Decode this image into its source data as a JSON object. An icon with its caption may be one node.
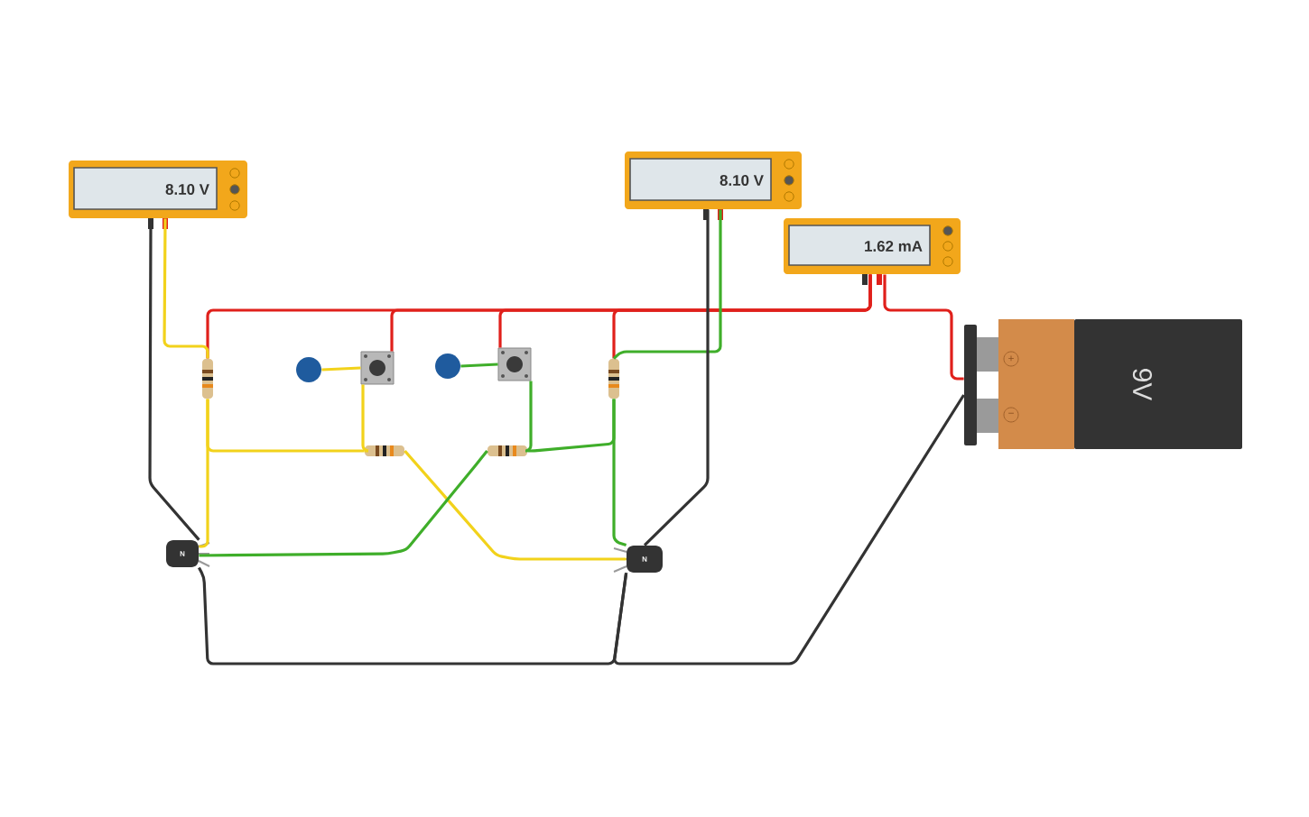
{
  "diagram": {
    "nodes": [
      {
        "text": [
          "8.10 V"
        ]
      },
      {
        "text": [
          "8.10 V"
        ]
      },
      {
        "text": [
          "1.62 mA"
        ]
      },
      {
        "text": [
          "9V"
        ]
      },
      {
        "text": [],
        "shape": "resistor"
      },
      {
        "text": [],
        "shape": "circle"
      },
      {
        "text": [],
        "shape": "box"
      },
      {
        "text": [],
        "shape": "circle"
      },
      {
        "text": [],
        "shape": "box"
      },
      {
        "text": [],
        "shape": "resistor"
      },
      {
        "text": [],
        "shape": "resistor"
      },
      {
        "text": [],
        "shape": "resistor"
      },
      {
        "text": [
          "N"
        ]
      },
      {
        "text": [
          "N"
        ]
      }
    ],
    "edges": [
      {
        "from": 3,
        "to": 2,
        "arrow": "none",
        "color": "#e0201b"
      },
      {
        "from": 2,
        "to": 4,
        "arrow": "none",
        "color": "#e0201b"
      },
      {
        "from": 2,
        "to": 6,
        "arrow": "none",
        "color": "#e0201b"
      },
      {
        "from": 2,
        "to": 8,
        "arrow": "none",
        "color": "#e0201b"
      },
      {
        "from": 2,
        "to": 9,
        "arrow": "none",
        "color": "#e0201b"
      },
      {
        "from": 0,
        "to": 4,
        "arrow": "none",
        "color": "#f2d21b"
      },
      {
        "from": 0,
        "to": 12,
        "arrow": "none",
        "color": "#333333"
      },
      {
        "from": 4,
        "to": 12,
        "arrow": "none",
        "color": "#f2d21b"
      },
      {
        "from": 4,
        "to": 10,
        "arrow": "none",
        "color": "#f2d21b"
      },
      {
        "from": 5,
        "to": 6,
        "arrow": "none",
        "color": "#f2d21b"
      },
      {
        "from": 6,
        "to": 10,
        "arrow": "none",
        "color": "#f2d21b"
      },
      {
        "from": 10,
        "to": 13,
        "arrow": "none",
        "color": "#f2d21b"
      },
      {
        "from": 7,
        "to": 8,
        "arrow": "none",
        "color": "#3fae2a"
      },
      {
        "from": 8,
        "to": 11,
        "arrow": "none",
        "color": "#3fae2a"
      },
      {
        "from": 9,
        "to": 11,
        "arrow": "none",
        "color": "#3fae2a"
      },
      {
        "from": 9,
        "to": 13,
        "arrow": "none",
        "color": "#3fae2a"
      },
      {
        "from": 11,
        "to": 12,
        "arrow": "none",
        "color": "#3fae2a"
      },
      {
        "from": 1,
        "to": 9,
        "arrow": "none",
        "color": "#3fae2a"
      },
      {
        "from": 1,
        "to": 13,
        "arrow": "none",
        "color": "#333333"
      },
      {
        "from": 12,
        "to": 13,
        "arrow": "none",
        "color": "#333333"
      },
      {
        "from": 13,
        "to": 3,
        "arrow": "none",
        "color": "#333333"
      }
    ],
    "labels": [
      "+",
      "−"
    ]
  }
}
